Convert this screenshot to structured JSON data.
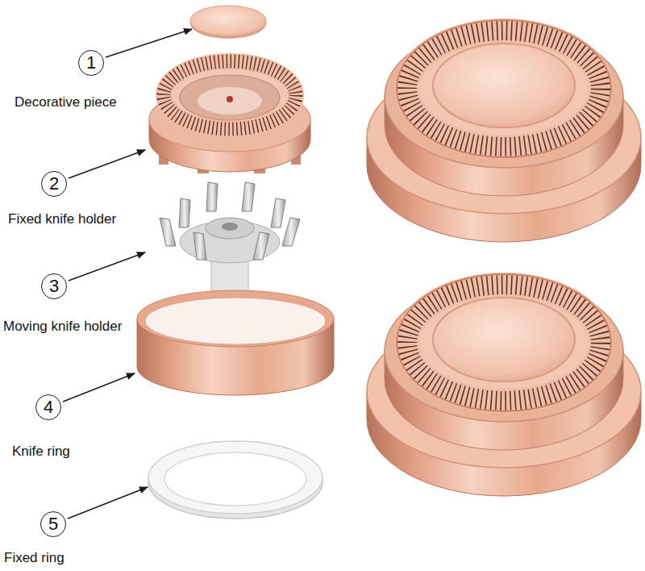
{
  "diagram": {
    "nodes": [
      {
        "text": [
          "1"
        ]
      },
      {
        "text": [
          "2"
        ]
      },
      {
        "text": [
          "3"
        ]
      },
      {
        "text": [
          "4"
        ]
      },
      {
        "text": [
          "5"
        ]
      }
    ],
    "labels": [
      "Decorative piece",
      "Fixed knife holder",
      "Moving knife holder",
      "Knife ring",
      "Fixed ring"
    ]
  }
}
